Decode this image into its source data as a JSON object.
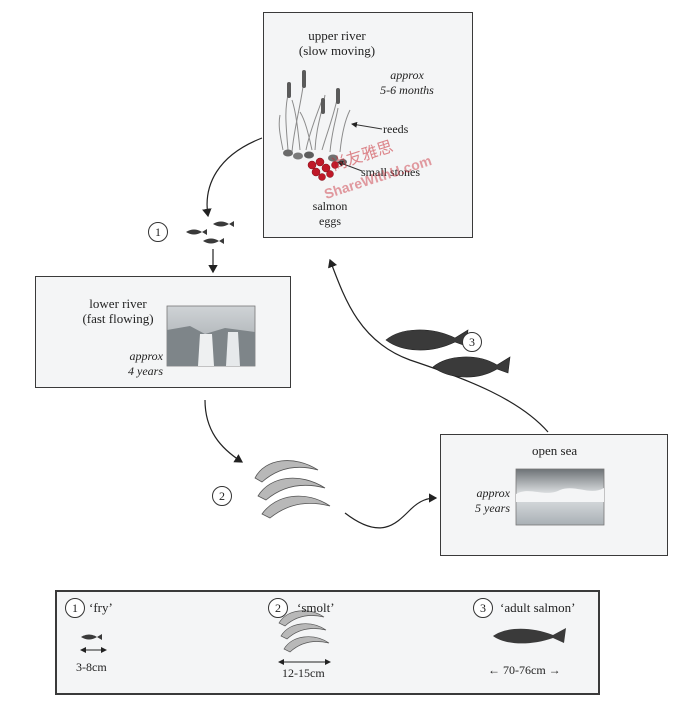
{
  "stages": {
    "upper": {
      "title_line1": "upper river",
      "title_line2": "(slow moving)",
      "duration_line1": "approx",
      "duration_line2": "5-6 months",
      "reeds_label": "reeds",
      "stones_label": "small stones",
      "eggs_line1": "salmon",
      "eggs_line2": "eggs"
    },
    "lower": {
      "title_line1": "lower river",
      "title_line2": "(fast flowing)",
      "duration_line1": "approx",
      "duration_line2": "4 years"
    },
    "sea": {
      "title": "open sea",
      "duration_line1": "approx",
      "duration_line2": "5 years"
    }
  },
  "markers": {
    "fry": "1",
    "smolt": "2",
    "adult": "3"
  },
  "watermark": {
    "cn": "尚友雅思",
    "en": "ShareWithU.com"
  },
  "legend": {
    "fry": {
      "num": "1",
      "label": "‘fry’",
      "size": "3-8cm"
    },
    "smolt": {
      "num": "2",
      "label": "‘smolt’",
      "size": "12-15cm"
    },
    "adult": {
      "num": "3",
      "label": "‘adult salmon’",
      "size": "70-76cm"
    }
  },
  "colors": {
    "border": "#3a3a3a",
    "panel": "#f4f5f6",
    "fish": "#3a3a3a",
    "smolt": "#b8b8b8",
    "eggs": "#c01828"
  }
}
